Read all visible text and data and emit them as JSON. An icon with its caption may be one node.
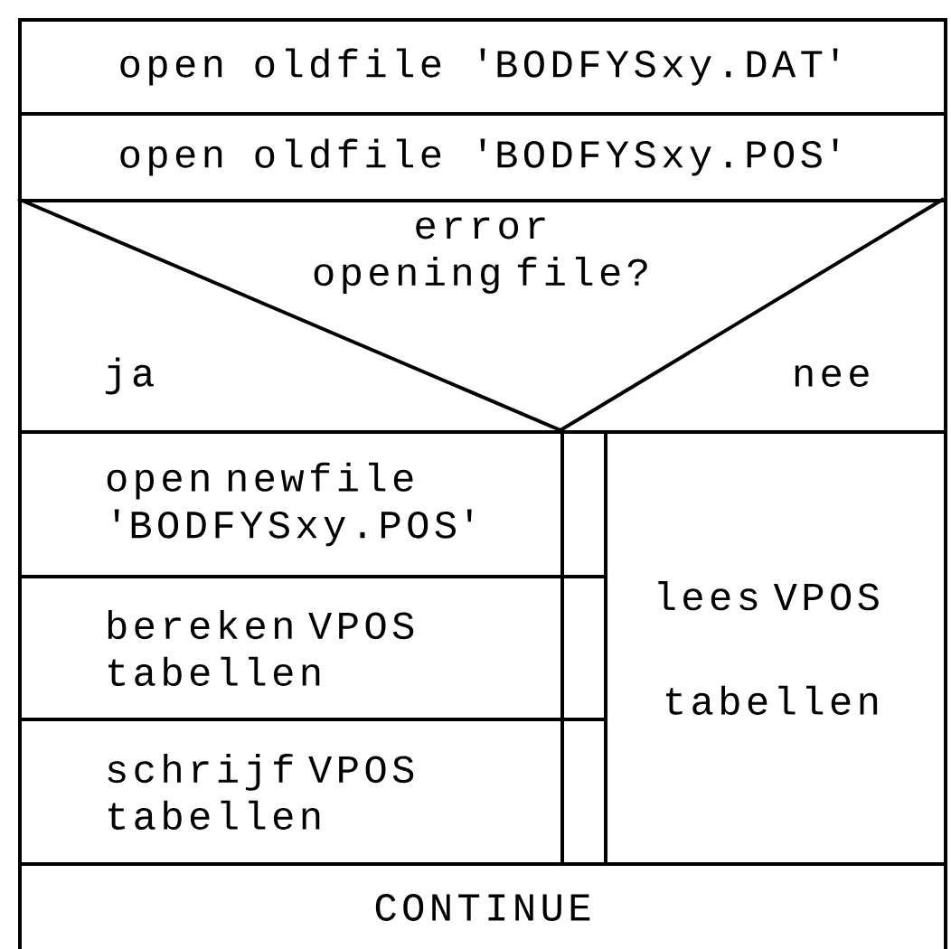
{
  "diagram": {
    "nodes": [
      {
        "text": [
          "open oldfile 'BODFYSxy.DAT'"
        ]
      },
      {
        "text": [
          "open oldfile 'BODFYSxy.POS'"
        ]
      },
      {
        "text": [
          "error opening file?",
          "ja",
          "nee"
        ]
      },
      {
        "text": [
          "open newfile 'BODFYSxy.POS'"
        ]
      },
      {
        "text": [
          "bereken VPOS tabellen"
        ]
      },
      {
        "text": [
          "schrijf VPOS tabellen"
        ]
      },
      {
        "text": [
          "lees VPOS tabellen"
        ]
      },
      {
        "text": [
          "CONTINUE"
        ]
      }
    ]
  }
}
